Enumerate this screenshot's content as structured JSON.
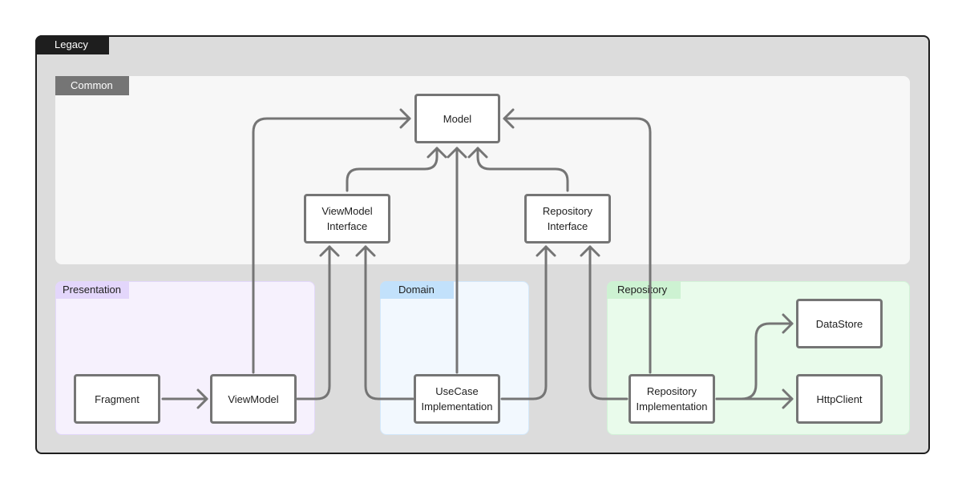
{
  "groups": {
    "legacy": "Legacy",
    "common": "Common",
    "presentation": "Presentation",
    "domain": "Domain",
    "repository": "Repository"
  },
  "nodes": {
    "model": "Model",
    "viewmodel_interface": "ViewModel\nInterface",
    "repository_interface": "Repository\nInterface",
    "fragment": "Fragment",
    "viewmodel": "ViewModel",
    "usecase_implementation": "UseCase\nImplementation",
    "repository_implementation": "Repository\nImplementation",
    "datastore": "DataStore",
    "httpclient": "HttpClient"
  },
  "edges": [
    {
      "from": "Fragment",
      "to": "ViewModel"
    },
    {
      "from": "ViewModel",
      "to": "Model"
    },
    {
      "from": "ViewModel",
      "to": "ViewModel Interface"
    },
    {
      "from": "ViewModel Interface",
      "to": "Model"
    },
    {
      "from": "UseCase Implementation",
      "to": "ViewModel Interface"
    },
    {
      "from": "UseCase Implementation",
      "to": "Model"
    },
    {
      "from": "UseCase Implementation",
      "to": "Repository Interface"
    },
    {
      "from": "Repository Interface",
      "to": "Model"
    },
    {
      "from": "Repository Implementation",
      "to": "Repository Interface"
    },
    {
      "from": "Repository Implementation",
      "to": "Model"
    },
    {
      "from": "Repository Implementation",
      "to": "DataStore"
    },
    {
      "from": "Repository Implementation",
      "to": "HttpClient"
    }
  ],
  "colors": {
    "legacy_fill": "#dcdcdc",
    "common_fill": "#f7f7f7",
    "presentation_fill": "#f6f1fd",
    "domain_fill": "#f2f8fe",
    "repository_fill": "#e9fbeb",
    "line": "#757575"
  }
}
